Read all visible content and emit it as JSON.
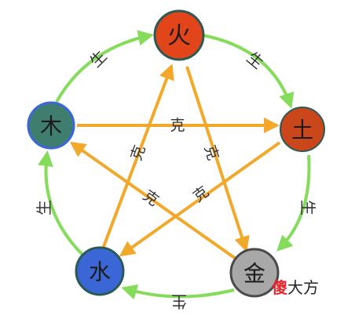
{
  "colors": {
    "generate_arrow": "#84dc5a",
    "control_arrow": "#f2a92b",
    "label": "#333333",
    "fire": "#e2451a",
    "earth": "#c9471b",
    "metal": "#a8a8a8",
    "water": "#3b67d6",
    "wood": "#3f7e6e",
    "node_ring": "#2b5a55"
  },
  "elements": {
    "fire": {
      "glyph": "火"
    },
    "earth": {
      "glyph": "土"
    },
    "metal": {
      "glyph": "金"
    },
    "water": {
      "glyph": "水"
    },
    "wood": {
      "glyph": "木"
    }
  },
  "labels": {
    "generate": "生",
    "control": "克"
  },
  "watermark": {
    "part1": "傻",
    "part2": "大方"
  }
}
